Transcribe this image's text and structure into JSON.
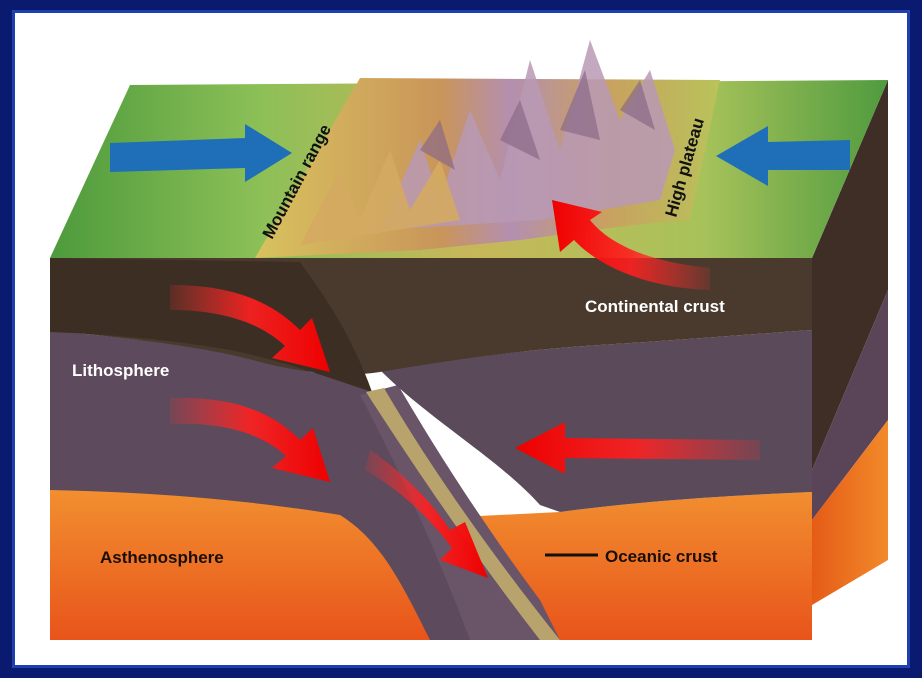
{
  "labels": {
    "mountain_range": "Mountain range",
    "high_plateau": "High plateau",
    "continental_crust": "Continental crust",
    "lithosphere": "Lithosphere",
    "asthenosphere": "Asthenosphere",
    "oceanic_crust": "Oceanic crust"
  },
  "colors": {
    "background": "#0a1a6e",
    "surface_green": "#6ab04c",
    "mountain_tan": "#c9a35a",
    "mountain_purple": "#b693b0",
    "continental_crust": "#4a3a2e",
    "lithosphere": "#5b4a5a",
    "asthenosphere": "#f07a22",
    "oceanic_crust": "#b9a872",
    "compression_arrow": "#1f6fb8",
    "flow_arrow": "#ee1c1c"
  }
}
